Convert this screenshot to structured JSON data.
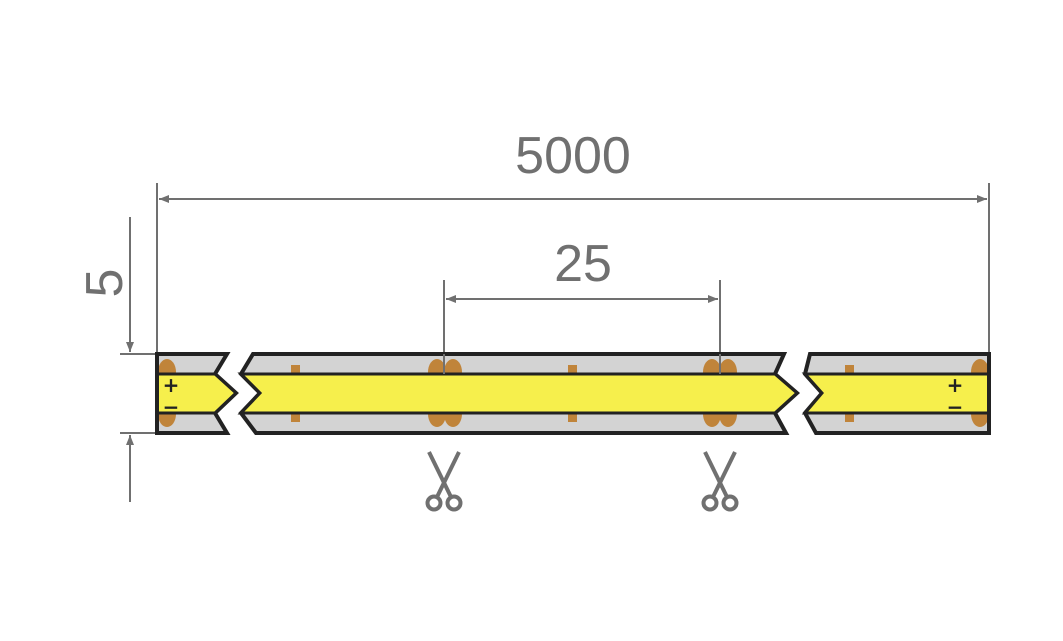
{
  "dimensions": {
    "length_label": "5000",
    "cut_interval_label": "25",
    "width_label": "5"
  },
  "polarity": {
    "plus": "+",
    "minus": "−"
  },
  "icons": [
    "scissors-icon",
    "scissors-icon"
  ],
  "colors": {
    "led_strip": "#f6ef4c",
    "pcb": "#d3d3d3",
    "pads": "#c0843a",
    "outline": "#222222",
    "dimension": "#707070"
  }
}
